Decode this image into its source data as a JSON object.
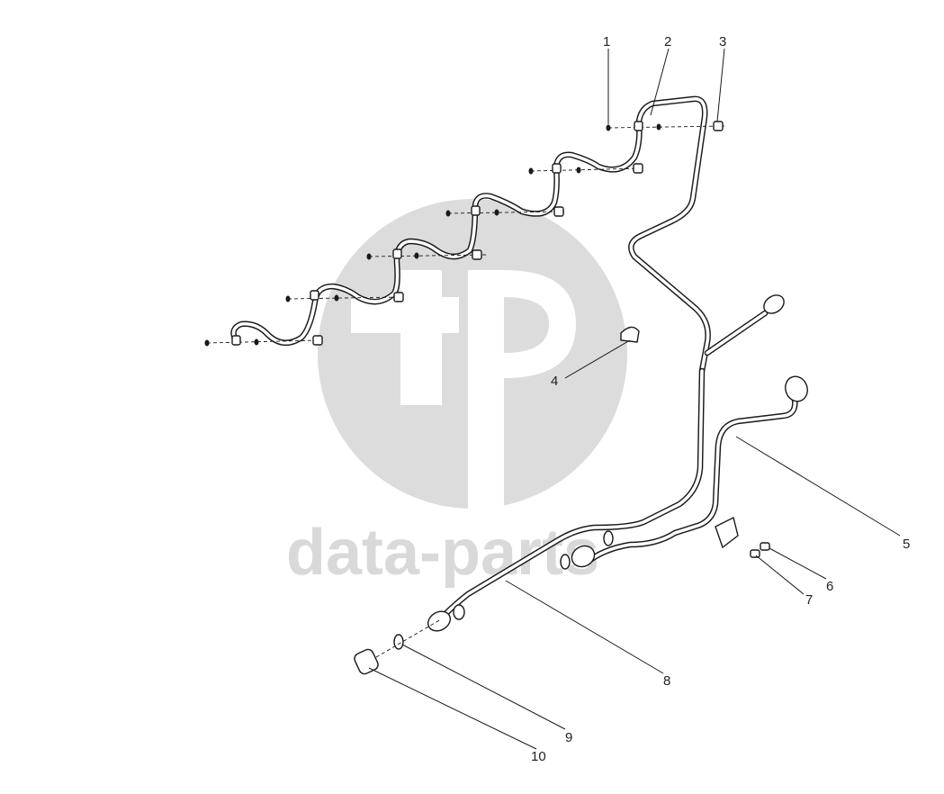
{
  "diagram": {
    "watermark": {
      "text": "data-parts",
      "color": "#d9d9d9"
    },
    "callouts": [
      {
        "id": "1",
        "label": "1"
      },
      {
        "id": "2",
        "label": "2"
      },
      {
        "id": "3",
        "label": "3"
      },
      {
        "id": "4",
        "label": "4"
      },
      {
        "id": "5",
        "label": "5"
      },
      {
        "id": "6",
        "label": "6"
      },
      {
        "id": "7",
        "label": "7"
      },
      {
        "id": "8",
        "label": "8"
      },
      {
        "id": "9",
        "label": "9"
      },
      {
        "id": "10",
        "label": "10"
      }
    ],
    "line_color": "#1a1a1a"
  }
}
